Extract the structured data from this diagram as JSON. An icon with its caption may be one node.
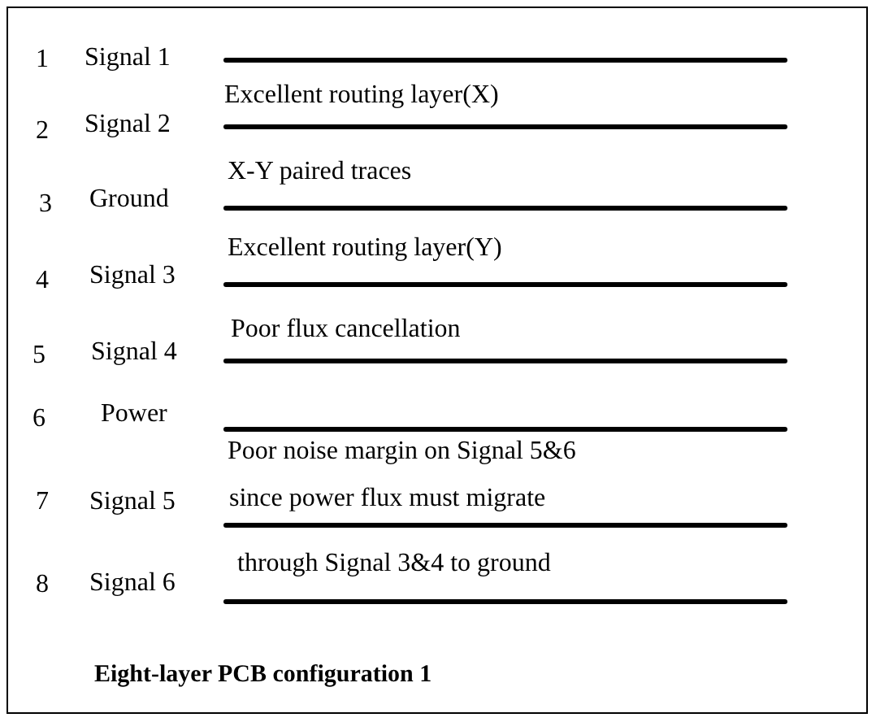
{
  "diagram": {
    "caption": "Eight-layer PCB configuration 1",
    "labels": [
      "1",
      "Signal 1",
      "Excellent routing layer(X)",
      "2",
      "Signal 2",
      "X-Y paired traces",
      "3",
      "Ground",
      "Excellent routing layer(Y)",
      "4",
      "Signal 3",
      "Poor flux cancellation",
      "5",
      "Signal 4",
      "6",
      "Power",
      "Poor noise margin on Signal 5&6",
      "7",
      "Signal 5",
      "since power flux must migrate",
      "through Signal 3&4 to ground",
      "8",
      "Signal 6"
    ]
  }
}
